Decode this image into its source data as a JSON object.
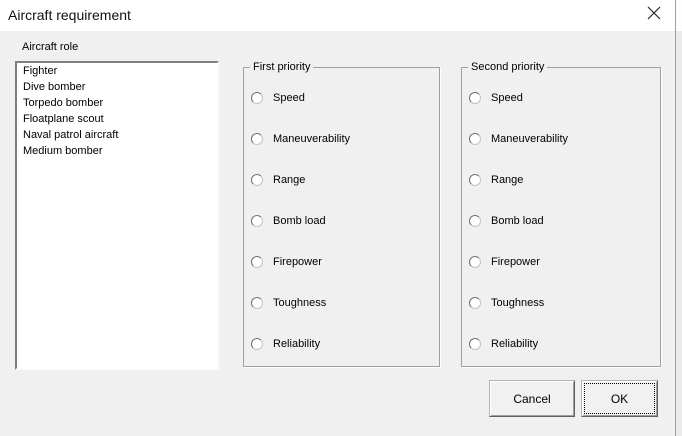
{
  "window": {
    "title": "Aircraft requirement"
  },
  "aircraft_role": {
    "label": "Aircraft role",
    "items": [
      "Fighter",
      "Dive bomber",
      "Torpedo bomber",
      "Floatplane scout",
      "Naval patrol aircraft",
      "Medium bomber"
    ],
    "selected_item": null
  },
  "first_priority": {
    "label": "First priority",
    "options": [
      "Speed",
      "Maneuverability",
      "Range",
      "Bomb load",
      "Firepower",
      "Toughness",
      "Reliability"
    ],
    "selected_option": null
  },
  "second_priority": {
    "label": "Second priority",
    "options": [
      "Speed",
      "Maneuverability",
      "Range",
      "Bomb load",
      "Firepower",
      "Toughness",
      "Reliability"
    ],
    "selected_option": null
  },
  "buttons": {
    "cancel": "Cancel",
    "ok": "OK"
  },
  "colors": {
    "dialog_bg": "#f0f0f0",
    "titlebar_bg": "#ffffff",
    "window_border": "#a0a0a0",
    "groupbox_border": "#a0a0a0",
    "listbox_bg": "#ffffff",
    "text": "#000000"
  }
}
